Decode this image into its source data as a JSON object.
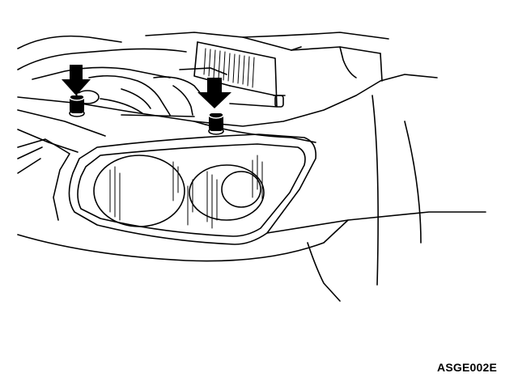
{
  "figure": {
    "code": "ASGE002E",
    "colors": {
      "ink": "#000000",
      "paper": "#ffffff"
    },
    "callouts": [
      {
        "icon": "down-arrow-icon",
        "target": "left-headlight-bolt"
      },
      {
        "icon": "down-arrow-icon",
        "target": "right-headlight-bolt"
      }
    ]
  }
}
